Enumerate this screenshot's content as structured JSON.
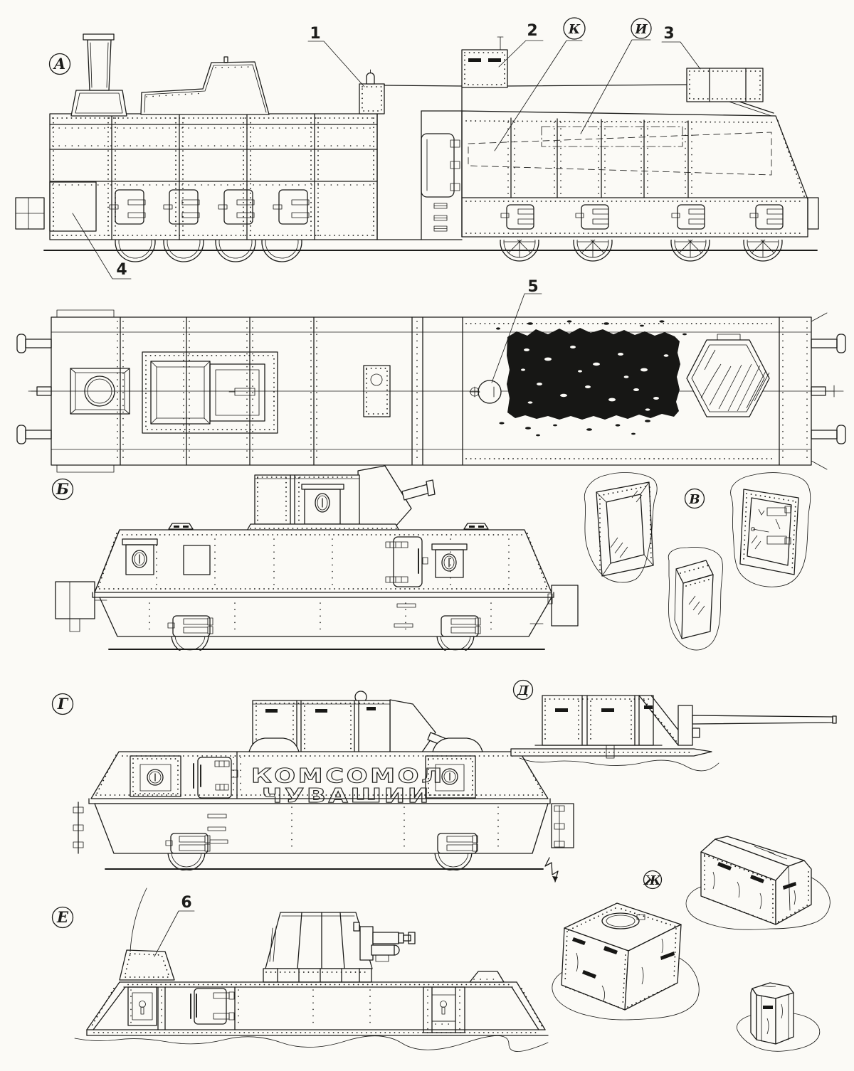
{
  "page": {
    "background": "#fbfaf6",
    "ink": "#1c1c1a"
  },
  "view_labels": {
    "a": "А",
    "b": "Б",
    "v": "В",
    "g": "Г",
    "d": "Д",
    "e": "Е",
    "zh": "Ж"
  },
  "part_labels": {
    "k": "К",
    "i": "И"
  },
  "callouts": {
    "c1": "1",
    "c2": "2",
    "c3": "3",
    "c4": "4",
    "c5": "5",
    "c6": "6"
  },
  "slogan": {
    "line1": "КОМСОМОЛ",
    "line2": "ЧУВАШИИ"
  }
}
